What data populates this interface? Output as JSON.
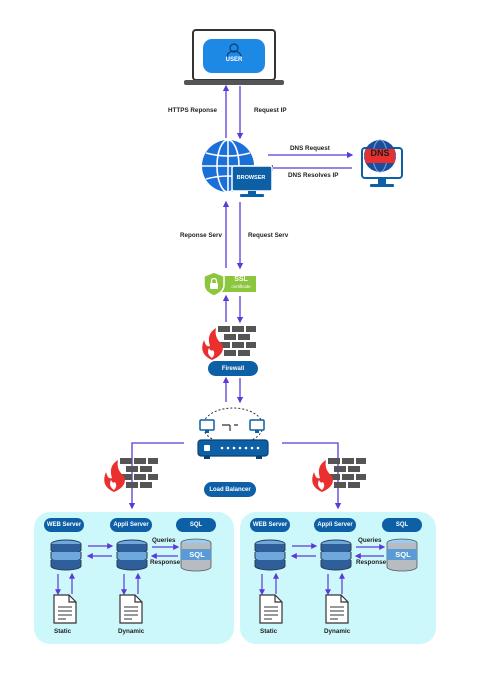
{
  "user": {
    "label": "USER"
  },
  "browser": {
    "label": "BROWSER"
  },
  "dns": {
    "label": "DNS"
  },
  "ssl": {
    "title": "SSL",
    "subtitle": "certificate"
  },
  "firewall": {
    "label": "Firewall"
  },
  "load_balancer": {
    "label": "Load Balancer"
  },
  "arrows": {
    "https_response": "HTTPS Reponse",
    "request_ip": "Request IP",
    "dns_request": "DNS Request",
    "dns_resolves": "DNS Resolves IP",
    "response_serv": "Reponse Serv",
    "request_serv": "Request Serv"
  },
  "clusters": [
    {
      "web": "WEB Server",
      "app": "Appli Server",
      "sql": "SQL",
      "queries": "Queries",
      "response": "Response",
      "static": "Static",
      "dynamic": "Dynamic",
      "db_label": "SQL"
    },
    {
      "web": "WEB Server",
      "app": "Appli Server",
      "sql": "SQL",
      "queries": "Queries",
      "response": "Response",
      "static": "Static",
      "dynamic": "Dynamic",
      "db_label": "SQL"
    }
  ],
  "colors": {
    "arrow": "#5b3ad6",
    "pill": "#0d5fa6",
    "panel": "#cdf8fb",
    "firewall_flame": "#e9302f",
    "ssl_green": "#8cc63f"
  }
}
